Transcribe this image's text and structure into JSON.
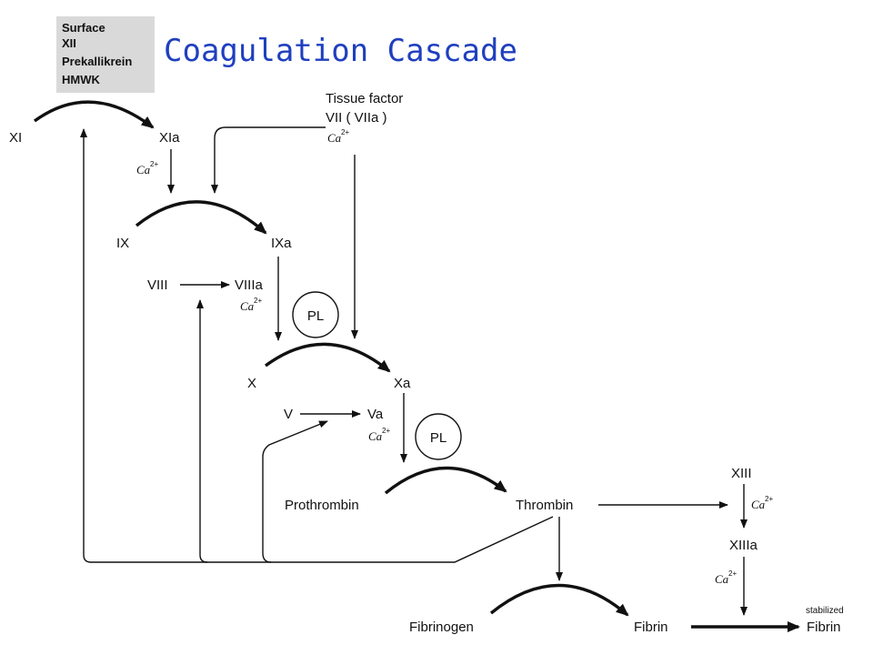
{
  "title": "Coagulation Cascade",
  "contact_box": [
    "Surface",
    "XII",
    "Prekallikrein",
    "HMWK"
  ],
  "tissue_factor": [
    "Tissue factor",
    "VII ( VIIa )"
  ],
  "calcium": {
    "symbol": "Ca",
    "charge": "2+"
  },
  "factors": {
    "xi": "XI",
    "xia": "XIa",
    "ix": "IX",
    "ixa": "IXa",
    "viii": "VIII",
    "viiia": "VIIIa",
    "x": "X",
    "xa": "Xa",
    "v": "V",
    "va": "Va",
    "prothrombin": "Prothrombin",
    "thrombin": "Thrombin",
    "fibrinogen": "Fibrinogen",
    "fibrin": "Fibrin",
    "xiii": "XIII",
    "xiiia": "XIIIa",
    "stabilized_prefix": "stabilized",
    "stabilized_fibrin": "Fibrin"
  },
  "phospholipid": "PL"
}
